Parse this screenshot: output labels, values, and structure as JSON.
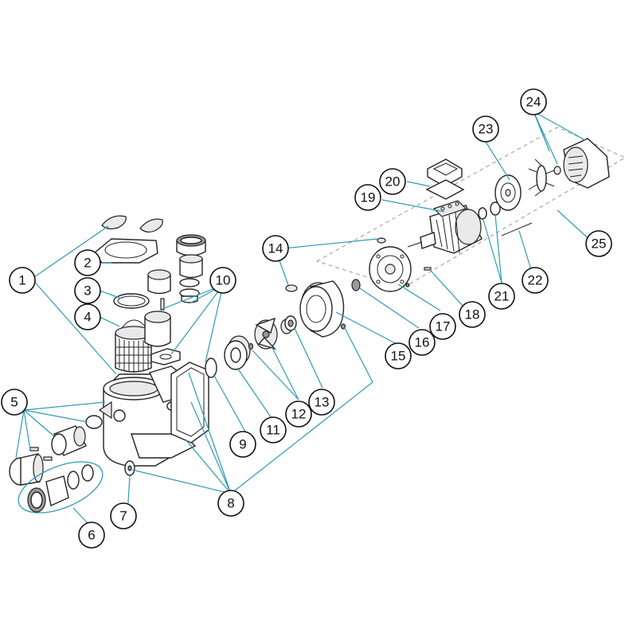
{
  "callouts": [
    "1",
    "2",
    "3",
    "4",
    "5",
    "6",
    "7",
    "8",
    "9",
    "10",
    "11",
    "12",
    "13",
    "14",
    "15",
    "16",
    "17",
    "18",
    "19",
    "20",
    "21",
    "22",
    "23",
    "24",
    "25"
  ],
  "colors": {
    "leader": "#2e9bb5",
    "outline": "#222222",
    "background": "#ffffff"
  }
}
